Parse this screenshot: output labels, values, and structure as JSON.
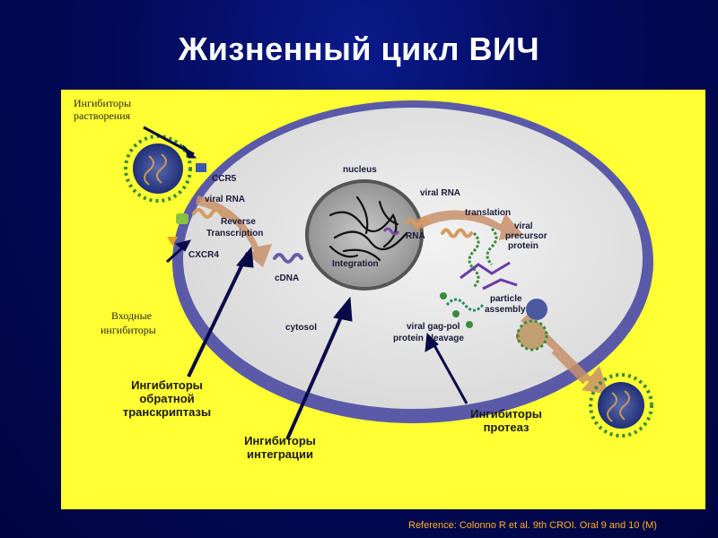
{
  "title": "Жизненный цикл ВИЧ",
  "reference": "Reference: Colonno R et al. 9th CROI. Oral 9 and 10 (M)",
  "diagram": {
    "labels": {
      "ccr5": "CCR5",
      "viral_rna_left": "viral RNA",
      "reverse_1": "Reverse",
      "reverse_2": "Transcription",
      "cxcr4": "CXCR4",
      "cdna": "cDNA",
      "cytosol": "cytosol",
      "nucleus": "nucleus",
      "integration": "Integration",
      "rna": "RNA",
      "viral_rna_right": "viral RNA",
      "translation": "translation",
      "precursor_1": "viral",
      "precursor_2": "precursor",
      "precursor_3": "protein",
      "particle_1": "particle",
      "particle_2": "assembly",
      "gagpol_1": "viral gag-pol",
      "gagpol_2": "protein cleavage"
    },
    "inhibitors": {
      "fusion_1": "Ингибиторы",
      "fusion_2": "растворения",
      "entry_1": "Входные",
      "entry_2": "ингибиторы",
      "rt_1": "Ингибиторы",
      "rt_2": "обратной",
      "rt_3": "транскриптазы",
      "integrase_1": "Ингибиторы",
      "integrase_2": "интеграции",
      "protease_1": "Ингибиторы",
      "protease_2": "протеаз"
    }
  },
  "colors": {
    "background": "#020a5a",
    "panel": "#ffff33",
    "cell_membrane": "#5a5aa8",
    "cytoplasm": "#e6e6e6",
    "arrow": "#0a0a4a",
    "reference_text": "#ffb020"
  }
}
